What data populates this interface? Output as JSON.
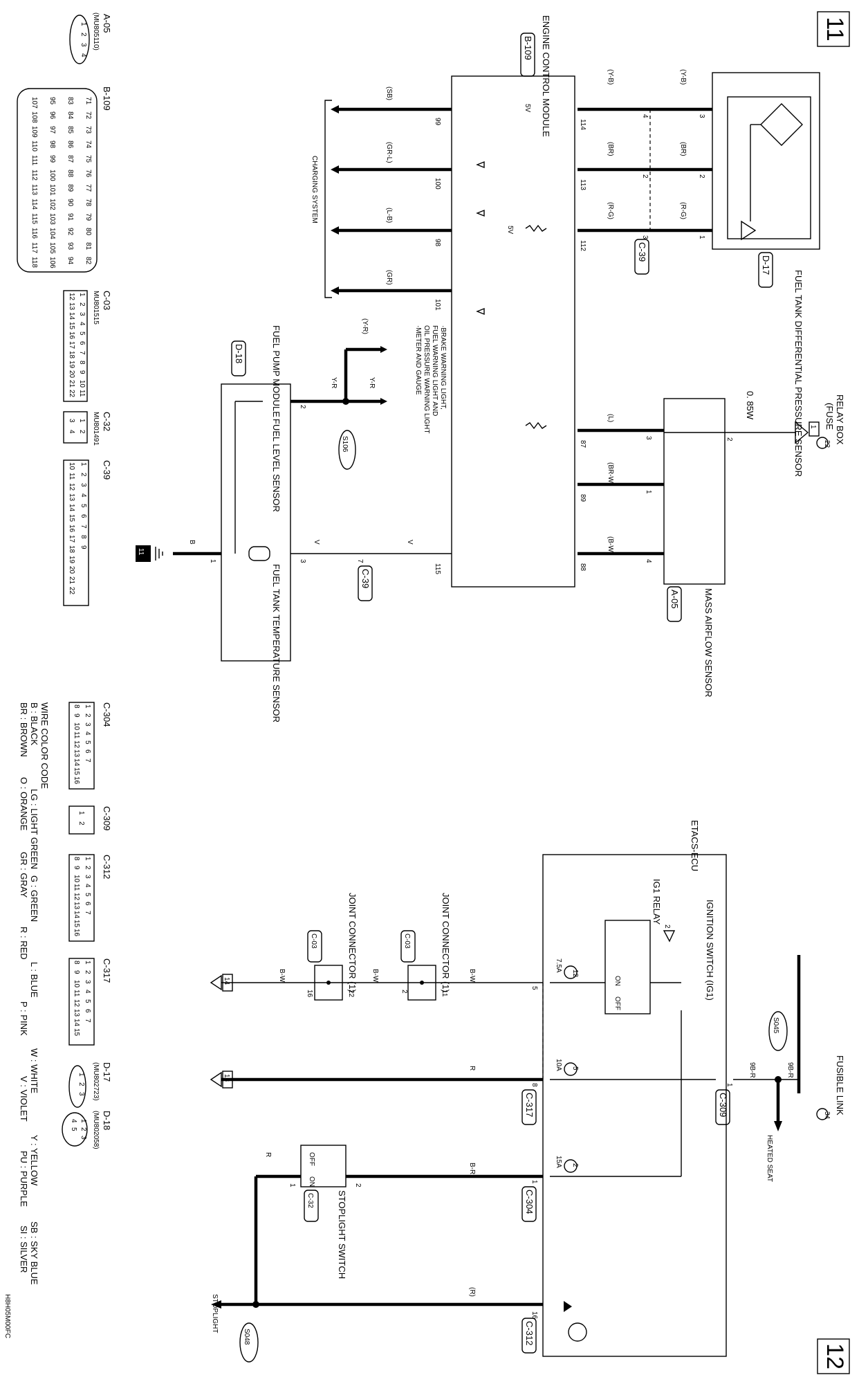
{
  "sheets": {
    "upper_number": "11",
    "lower_number": "12"
  },
  "ecm": {
    "name": "ENGINE CONTROL MODULE",
    "connector": "B-109",
    "pins": {
      "p114": "114",
      "p113": "113",
      "p112": "112",
      "p87": "87",
      "p89": "89",
      "p88": "88",
      "p115": "115",
      "p99": "99",
      "p100": "100",
      "p98": "98",
      "p101": "101"
    },
    "volt_a": "5V",
    "volt_b": "5V"
  },
  "fuel_tank_pressure_sensor": {
    "name": "FUEL TANK DIFFERENTIAL PRESSURE SENSOR",
    "connector": "D-17",
    "pins": {
      "a": "3",
      "b": "2",
      "c": "1"
    }
  },
  "joint_c39": {
    "connector": "C-39",
    "pins": {
      "a": "4",
      "b": "2",
      "c": "3"
    },
    "pin_7": "7"
  },
  "wire_colors_upper": {
    "yb_1": "(Y-B)",
    "yb_2": "(Y-B)",
    "br_1": "(BR)",
    "br_2": "(BR)",
    "rg_1": "(R-G)",
    "rg_2": "(R-G)",
    "l": "(L)",
    "brw": "(BR-W)",
    "bw": "(B-W)",
    "v_1": "V",
    "v_2": "V",
    "sb": "(SB)",
    "grl": "(GR-L)",
    "lb": "(L-B)",
    "gr": "(GR)",
    "yr_1": "(Y-R)",
    "yr_2": "Y-R",
    "yr_3": "Y-R",
    "b": "B",
    "w085": "0. 85W"
  },
  "relay_box": {
    "name": "RELAY BOX",
    "fuse": "(FUSE",
    "fuse_no": "22",
    "tag": "1"
  },
  "maf_sensor": {
    "name": "MASS AIRFLOW SENSOR",
    "connector": "A-05",
    "pins": {
      "p2": "2",
      "p3": "3",
      "p1": "1",
      "p4": "4"
    }
  },
  "charging_system": "CHARGING SYSTEM",
  "meter_note": {
    "line1": "·BRAKE WARNING LIGHT,",
    "line2": "FUEL WARNING LIGHT AND",
    "line3": "OIL PRESSURE WARNING LIGHT",
    "line4": "·METER AND GAUGE"
  },
  "fuel_pump_module": {
    "name": "FUEL PUMP MODULE",
    "connector": "D-18",
    "pins": {
      "p2": "2",
      "p3": "3",
      "p1": "1"
    },
    "level_sensor": "FUEL LEVEL SENSOR",
    "temp_sensor": "FUEL TANK TEMPERATURE SENSOR"
  },
  "splice_s106": "S106",
  "ground_tag": "11",
  "connector_views_top": {
    "a05": "A-05",
    "a05_part": "(MU805110)",
    "a05_pins": [
      "1",
      "2",
      "3",
      "4"
    ],
    "b109": "B-109",
    "b109_rows": [
      [
        "71",
        "72",
        "73",
        "74",
        "75",
        "76",
        "77",
        "78",
        "79",
        "80",
        "81",
        "82"
      ],
      [
        "83",
        "84",
        "85",
        "86",
        "87",
        "88",
        "89",
        "90",
        "91",
        "92",
        "93",
        "94"
      ],
      [
        "95",
        "96",
        "97",
        "98",
        "99",
        "100",
        "101",
        "102",
        "103",
        "104",
        "105",
        "106"
      ],
      [
        "107",
        "108",
        "109",
        "110",
        "111",
        "112",
        "113",
        "114",
        "115",
        "116",
        "117",
        "118"
      ]
    ],
    "c03": "C-03",
    "c03_part": "MU801515",
    "c03_row1": [
      "1",
      "2",
      "3",
      "4",
      "5",
      "6",
      "7",
      "8",
      "9",
      "10",
      "11"
    ],
    "c03_row2": [
      "12",
      "13",
      "14",
      "15",
      "16",
      "17",
      "18",
      "19",
      "20",
      "21",
      "22"
    ],
    "c32": "C-32",
    "c32_part": "MU801491",
    "c32_row1": [
      "1",
      "2"
    ],
    "c32_row2": [
      "3",
      "4"
    ],
    "c39": "C-39",
    "c39_row1": [
      "1",
      "2",
      "3",
      "4",
      "5",
      "6",
      "7",
      "8",
      "9"
    ],
    "c39_row2": [
      "10",
      "11",
      "12",
      "13",
      "14",
      "15",
      "16",
      "17",
      "18",
      "19",
      "20",
      "21",
      "22"
    ]
  },
  "connector_views_bottom": {
    "c304": "C-304",
    "c304_row1": [
      "1",
      "2",
      "3",
      "4",
      "5",
      "6",
      "7"
    ],
    "c304_row2": [
      "8",
      "9",
      "10",
      "11",
      "12",
      "13",
      "14",
      "15",
      "16"
    ],
    "c309": "C-309",
    "c309_pins": [
      "1",
      "2"
    ],
    "c312": "C-312",
    "c312_row1": [
      "1",
      "2",
      "3",
      "4",
      "5",
      "6",
      "7"
    ],
    "c312_row2": [
      "8",
      "9",
      "10",
      "11",
      "12",
      "13",
      "14",
      "15",
      "16"
    ],
    "c317": "C-317",
    "c317_row1": [
      "1",
      "2",
      "3",
      "4",
      "5",
      "6",
      "7"
    ],
    "c317_row2": [
      "8",
      "9",
      "10",
      "11",
      "12",
      "13",
      "14",
      "15"
    ],
    "d17": "D-17",
    "d17_part": "(MU802723)",
    "d17_pins": [
      "1",
      "2",
      "3"
    ],
    "d18": "D-18",
    "d18_part": "(MU802058)",
    "d18_pins": [
      "1",
      "2",
      "3",
      "4",
      "5"
    ]
  },
  "wire_color_code": {
    "title": "WIRE COLOR CODE",
    "row1": [
      "B : BLACK",
      "LG : LIGHT GREEN",
      "G : GREEN",
      "L : BLUE",
      "W : WHITE",
      "Y : YELLOW",
      "SB : SKY BLUE"
    ],
    "row2": [
      "BR : BROWN",
      "O : ORANGE",
      "GR : GRAY",
      "R : RED",
      "P : PINK",
      "V : VIOLET",
      "PU : PURPLE",
      "SI : SILVER"
    ]
  },
  "lower_diagram": {
    "fusible_link": "FUSIBLE LINK",
    "fusible_no": "34",
    "s045": "S045",
    "s048": "S048",
    "w9br_1": "9B-R",
    "w9br_2": "9B-R",
    "heated_seat": "HEATED SEAT",
    "c309_pin": "1",
    "c309": "C-309",
    "etacs": "ETACS-ECU",
    "ignition_switch": "IGNITION SWITCH (IG1)",
    "ig1_relay": "IG1 RELAY",
    "on": "ON",
    "off": "OFF",
    "fuse12": "12",
    "fuse12_rating": "7.5A",
    "fuse5": "5",
    "fuse5_rating": "10A",
    "fuse2": "2",
    "fuse2_rating": "15A",
    "c317": "C-317",
    "c317_pin5": "5",
    "c317_pin8": "8",
    "c304": "C-304",
    "c304_pin": "1",
    "c312": "C-312",
    "c312_pin": "16",
    "bw_1": "B-W",
    "bw_2": "B-W",
    "bw_3": "B-W",
    "r_1": "R",
    "r_2": "R",
    "br": "B-R",
    "r_paren": "(R)",
    "joint1": "JOINT CONNECTOR (1)",
    "joint1_conn": "C-03",
    "joint1_p11": "11",
    "joint1_p2": "2",
    "joint2": "JOINT CONNECTOR (1)",
    "joint2_conn": "C-03",
    "joint2_p22": "22",
    "joint2_p16": "16",
    "tag14": "14",
    "tag13": "13",
    "tag2": "2",
    "stoplight_switch": "STOPLIGHT SWITCH",
    "stoplight_conn": "C-32",
    "sw_p2": "2",
    "sw_p1": "1",
    "sw_on": "ON",
    "sw_off": "OFF",
    "stoplight": "STOPLIGHT",
    "doc_code": "H8H05M00FC"
  }
}
